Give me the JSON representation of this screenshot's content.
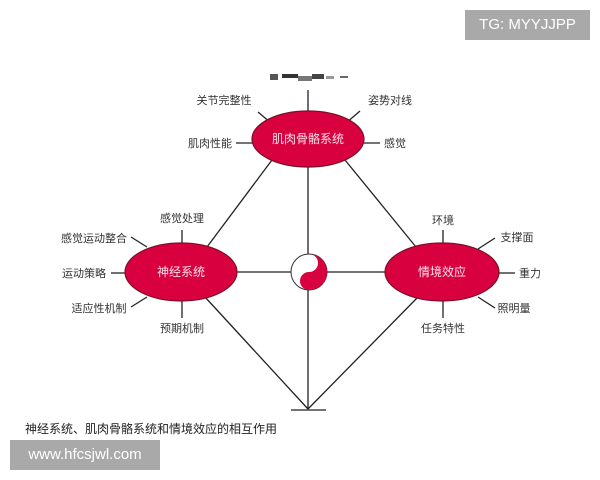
{
  "watermark_top": "TG: MYYJJPP",
  "watermark_bottom": "www.hfcsjwl.com",
  "caption": "神经系统、肌肉骨骼系统和情境效应的相互作用",
  "colors": {
    "ellipse_fill": "#d8003f",
    "ellipse_stroke": "#7a1028",
    "watermark_bg": "#a9a9a9"
  },
  "top_node": {
    "label": "肌肉骨骼系统",
    "factors": [
      "关节完整性",
      "姿势对线",
      "肌肉性能",
      "感觉"
    ]
  },
  "left_node": {
    "label": "神经系统",
    "factors": [
      "感觉处理",
      "感觉运动整合",
      "运动策略",
      "适应性机制",
      "预期机制"
    ]
  },
  "right_node": {
    "label": "情境效应",
    "factors": [
      "环境",
      "支撑面",
      "重力",
      "照明量",
      "任务特性"
    ]
  },
  "center_icon": "yin-yang-icon"
}
